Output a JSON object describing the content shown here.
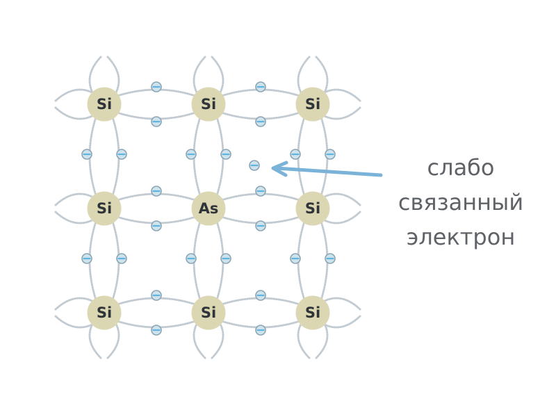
{
  "colors": {
    "bond": "#c3cbd2",
    "atom_fill": "#dcd7b3",
    "atom_stroke": "#ddd8b6",
    "electron_fill": "#cfe3ec",
    "electron_stroke": "#8aa4b4",
    "electron_bar": "#5fb4e0",
    "arrow": "#7ab3d7",
    "label": "#2f3438",
    "caption": "#5f6367"
  },
  "atoms": [
    {
      "label": "Si"
    },
    {
      "label": "Si"
    },
    {
      "label": "Si"
    },
    {
      "label": "Si"
    },
    {
      "label": "As"
    },
    {
      "label": "Si"
    },
    {
      "label": "Si"
    },
    {
      "label": "Si"
    },
    {
      "label": "Si"
    }
  ],
  "caption": {
    "line1": "слабо",
    "line2": "связанный",
    "line3": "электрон"
  }
}
